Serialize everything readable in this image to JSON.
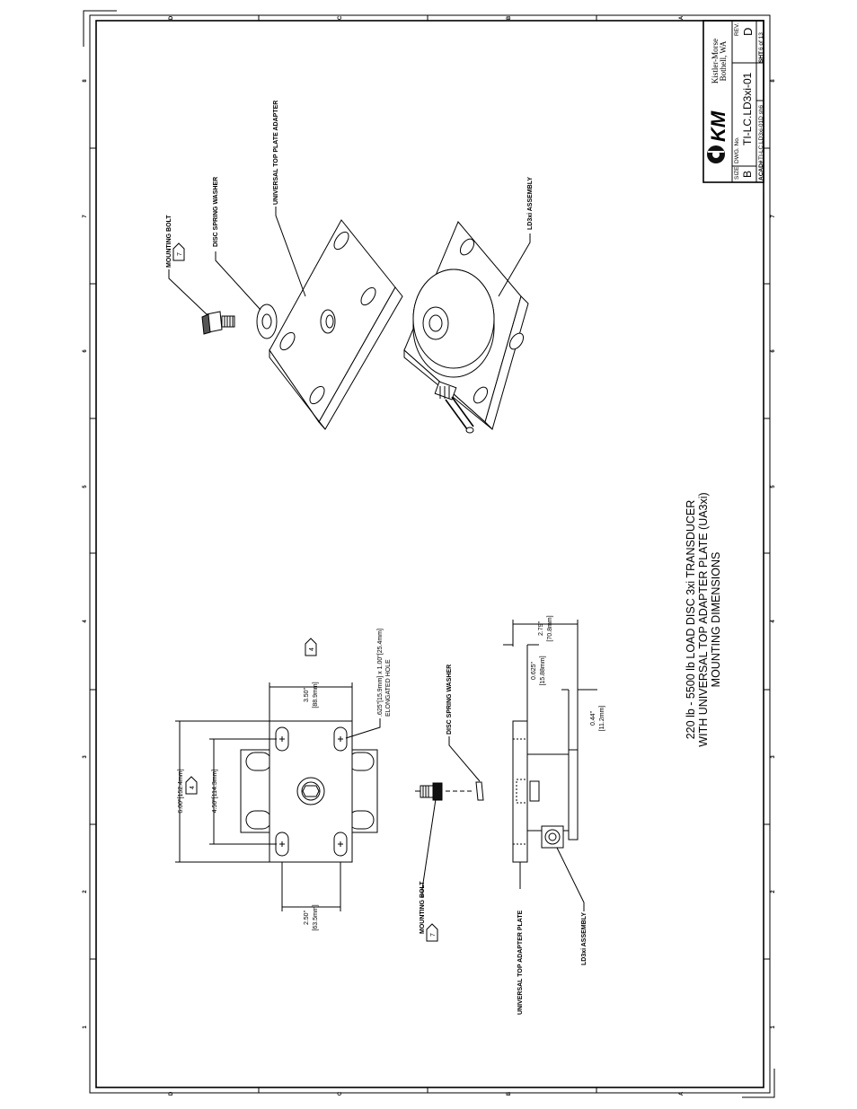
{
  "title_block": {
    "company_line1": "Kistler-Morse",
    "company_line2": "Bothell, WA",
    "logo_text": "KM",
    "size_label": "SIZE",
    "size_value": "B",
    "dwg_label": "DWG. No.",
    "dwg_value": "TI-LC.LD3xi-01",
    "rev_label": "REV.",
    "rev_value": "D",
    "acad_label": "ACAD#",
    "acad_value": "TI-LC.LD3xi-01D sh6",
    "sheet_label": "SHT",
    "sheet_value": "6 of 13"
  },
  "drawing_title": {
    "line1": "220 lb - 5500 lb LOAD DISC 3xi TRANSDUCER",
    "line2": "WITH UNIVERSAL TOP ADAPTER PLATE (UA3xi)",
    "line3": "MOUNTING DIMENSIONS"
  },
  "zones": {
    "letters": [
      "D",
      "C",
      "B",
      "A"
    ],
    "numbers": [
      "8",
      "7",
      "6",
      "5",
      "4",
      "3",
      "2",
      "1"
    ]
  },
  "exploded_view": {
    "mounting_bolt": "MOUNTING BOLT",
    "bolt_note": "7",
    "disc_spring_washer": "DISC SPRING WASHER",
    "top_plate_adapter": "UNIVERSAL TOP PLATE ADAPTER",
    "assembly": "LD3xi ASSEMBLY"
  },
  "plan_view": {
    "dim_overall": "6.00\"[152.4mm]",
    "dim_overall_note": "4",
    "dim_holes": "4.50\"[114.3mm]",
    "dim_width_in": "3.50\"",
    "dim_width_mm": "[88.9mm]",
    "dim_width_note": "4",
    "dim_bottom_in": "2.50\"",
    "dim_bottom_mm": "[63.5mm]",
    "hole_size": ".625\"[15.9mm] x 1.00\"[25.4mm]",
    "hole_desc": "ELONGATED HOLE"
  },
  "side_view": {
    "disc_spring_washer": "DISC SPRING WASHER",
    "mounting_bolt": "MOUNTING BOLT",
    "bolt_note": "7",
    "top_adapter_plate": "UNIVERSAL  TOP  ADAPTER PLATE",
    "assembly": "LD3xi ASSEMBLY",
    "dim_total_in": "2.79\"",
    "dim_total_mm": "[70.8mm]",
    "dim_plate_in": "0.625\"",
    "dim_plate_mm": "[15.88mm]",
    "dim_base_in": "0.44\"",
    "dim_base_mm": "[11.2mm]"
  }
}
